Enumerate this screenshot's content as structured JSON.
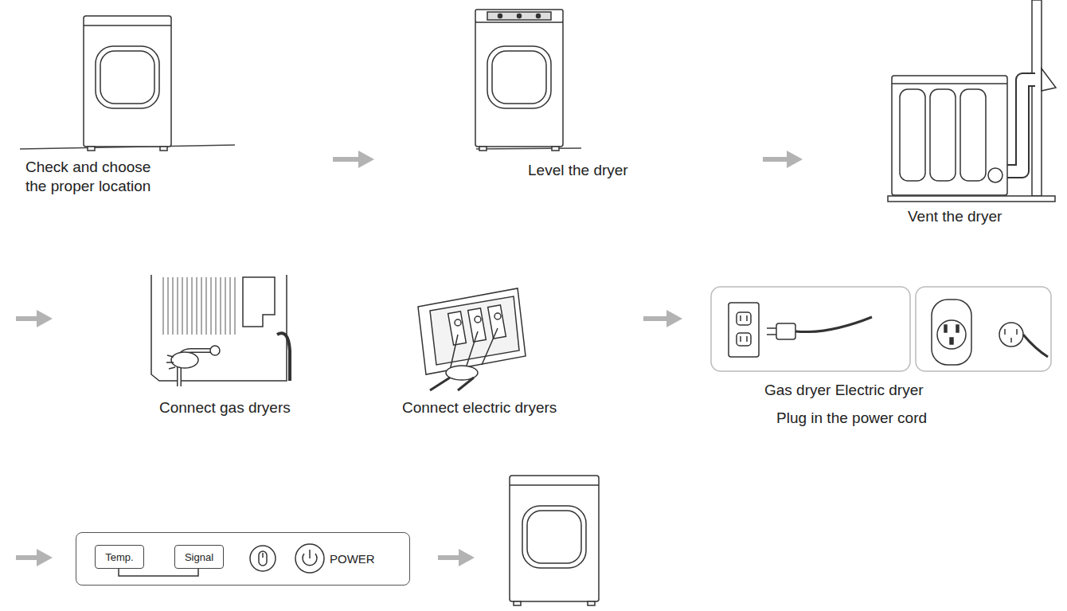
{
  "diagram": {
    "nodes": [
      {
        "text": [
          "Check and choose the proper location"
        ]
      },
      {
        "text": [
          "Level the dryer"
        ]
      },
      {
        "text": [
          "Vent the dryer"
        ]
      },
      {
        "text": [
          "Connect gas dryers"
        ]
      },
      {
        "text": [
          "Connect electric dryers"
        ]
      },
      {
        "text": [
          "Gas dryer Electric dryer",
          "Plug in the power cord"
        ]
      },
      {
        "text": [
          "POWER"
        ]
      },
      {
        "text": [
          "Temp."
        ],
        "in": 6
      },
      {
        "text": [
          "Signal"
        ],
        "in": 6
      }
    ],
    "edges": [
      {
        "from": 0,
        "to": 1,
        "arrow": "to"
      },
      {
        "from": 1,
        "to": 2,
        "arrow": "to"
      },
      {
        "from": 4,
        "to": 5,
        "arrow": "to"
      }
    ]
  }
}
